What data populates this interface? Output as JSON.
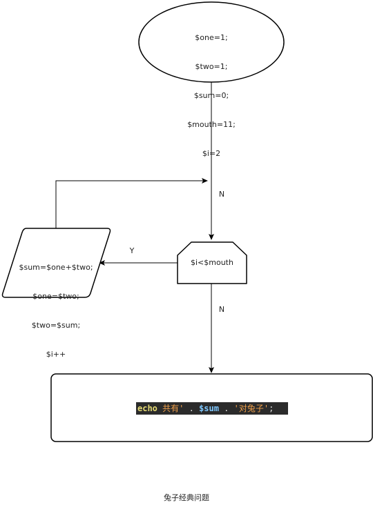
{
  "start_node": {
    "lines": [
      "$one=1;",
      "$two=1;",
      "$sum=0;",
      "$mouth=11;",
      "$i=2"
    ]
  },
  "process_node": {
    "lines": [
      "$sum=$one+$two;",
      "$one=$two;",
      "$two=$sum;",
      "$i++"
    ]
  },
  "decision_node": {
    "label": "$i<$mouth"
  },
  "edge_labels": {
    "top_n": "N",
    "yes": "Y",
    "bottom_n": "N"
  },
  "output_node": {
    "code_keyword": "echo",
    "code_str1": " 共有'",
    "code_dot1": " . ",
    "code_var": "$sum",
    "code_dot2": " . ",
    "code_str2": "'对兔子'",
    "code_end": ";"
  },
  "caption": "兔子经典问题"
}
